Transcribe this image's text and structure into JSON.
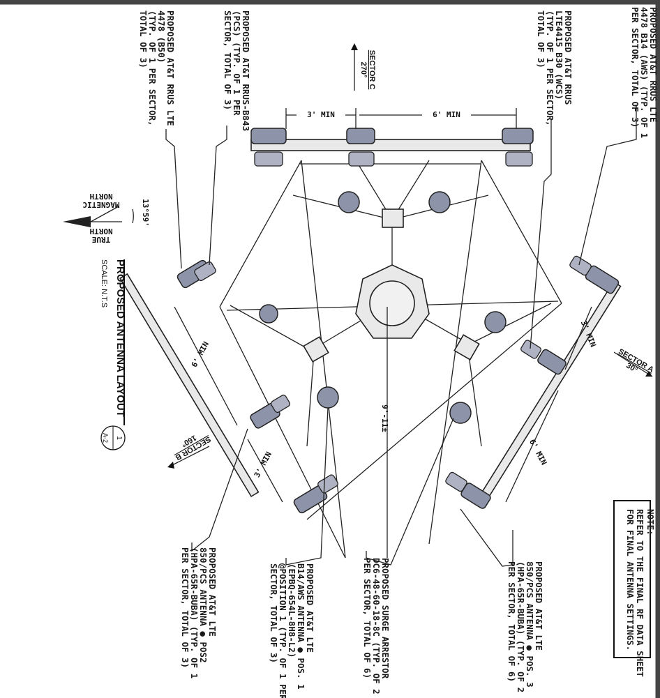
{
  "note": {
    "heading": "NOTE:",
    "lines": [
      "REFER TO THE FINAL RF DATA SHEET",
      "FOR FINAL ANTENNA SETTINGS."
    ]
  },
  "title": {
    "heading": "PROPOSED ANTENNA LAYOUT",
    "scale": "SCALE: N.T.S",
    "detail_number": "1",
    "sheet_ref": "A-2"
  },
  "north_arrow": {
    "angle_label": "13°59'",
    "magnetic": [
      "MAGNETIC",
      "NORTH"
    ],
    "true": [
      "TRUE",
      "NORTH"
    ]
  },
  "sectors": {
    "a": {
      "name": "SECTOR A",
      "azimuth": "30°"
    },
    "b": {
      "name": "SECTOR B",
      "azimuth": "160°"
    },
    "c": {
      "name": "SECTOR C",
      "azimuth": "270°"
    }
  },
  "dimensions": {
    "c_left": "3' MIN",
    "c_right": "6' MIN",
    "a_small": "3' MIN",
    "a_large": "6' MIN",
    "b_large": "6' MIN",
    "b_small": "3' MIN",
    "diameter": "9'-11±"
  },
  "callouts": {
    "rrus_4478_b14": [
      "PROPOSED AT&T RRUS LTE",
      "4478 B14 (AWS) (TYP. OF 1",
      "PER SECTOR, TOTAL OF 3)"
    ],
    "rrus_lte4415": [
      "PROPOSED AT&T RRUS",
      "LTE4415 B30 (WCS)",
      "(TYP. OF 1 PER SECTOR,",
      "TOTAL OF 3)"
    ],
    "rrus_b843": [
      "PROPOSED AT&T RRUS-B843",
      "(PCS) (TYP. OF 1 PER",
      "SECTOR, TOTAL OF 3)"
    ],
    "rrus_4478_b5": [
      "PROPOSED AT&T RRUS LTE",
      "4478 (B50)",
      "(TYP. OF 1 PER SECTOR,",
      "TOTAL OF 3)"
    ],
    "antenna_pos3": [
      "PROPOSED AT&T LTE",
      "850/PCS ANTENNA ● POS. 3",
      "(HPA-65R-BUBA) (TYP. OF 2",
      "PER SECTOR, TOTAL OF 6)"
    ],
    "surge": [
      "PROPOSED SURGE ARRESTOR",
      "DC6-48-60-18-8C (TYP. OF 2",
      "PER SECTOR, TOTAL OF 6)"
    ],
    "antenna_pos1": [
      "PROPOSED AT&T LTE",
      "B14/AWS ANTENNA ● POS. 1",
      "(EPBQ-654L-8H8-L2)",
      "@POSITION 1 (TYP. OF 1 PER",
      "SECTOR, TOTAL OF 3)"
    ],
    "antenna_pos2": [
      "PROPOSED AT&T LTE",
      "850/PCS ANTENNA ● POS2",
      "(HPA-65R-BUBA) (TYP. OF 1",
      "PER SECTOR, TOTAL OF 3)"
    ]
  }
}
